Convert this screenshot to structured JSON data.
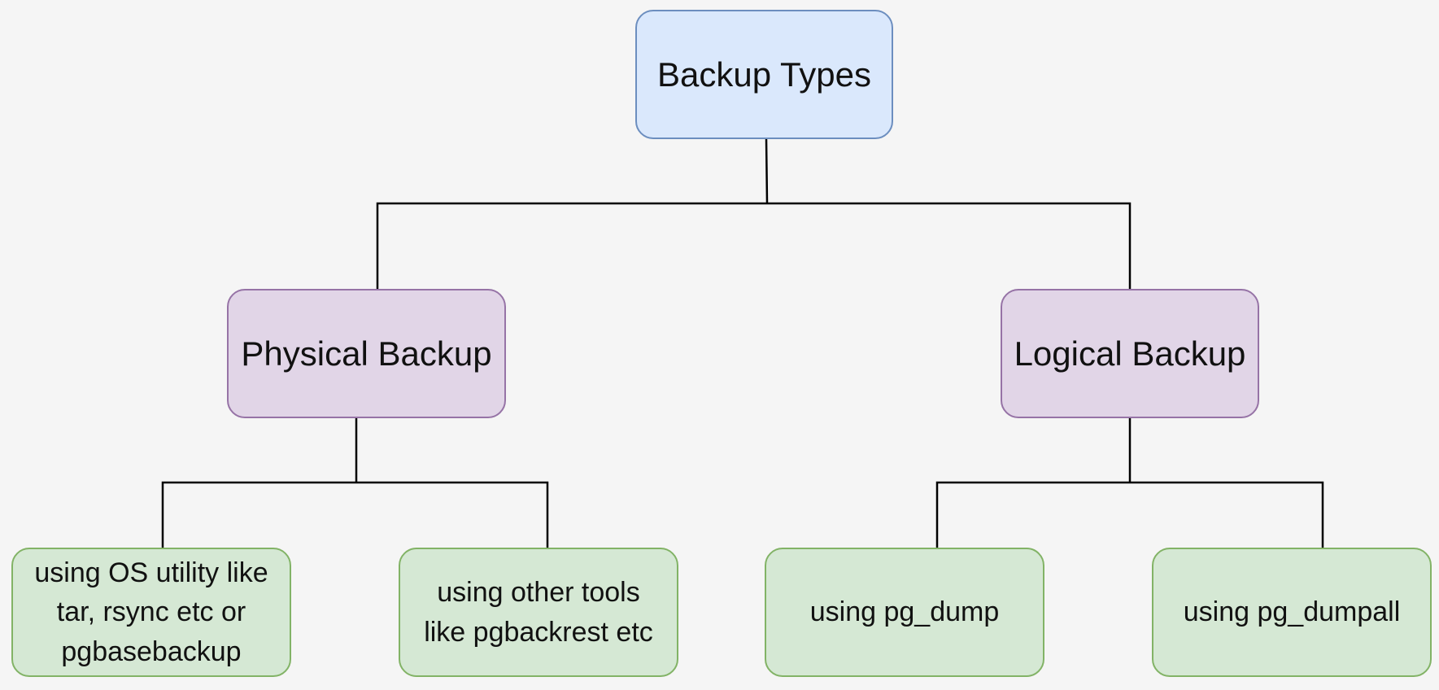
{
  "diagram": {
    "root": {
      "label": "Backup Types"
    },
    "physical": {
      "label": "Physical Backup"
    },
    "logical": {
      "label": "Logical Backup"
    },
    "leaves": {
      "os_utility": {
        "lines": [
          "using OS utility like",
          "tar, rsync etc or",
          "pgbasebackup"
        ]
      },
      "other_tools": {
        "lines": [
          "using other tools",
          "like pgbackrest etc"
        ]
      },
      "pg_dump": {
        "lines": [
          "using pg_dump"
        ]
      },
      "pg_dumpall": {
        "lines": [
          "using pg_dumpall"
        ]
      }
    },
    "colors": {
      "background": "#f5f5f5",
      "root_fill": "#dae8fc",
      "root_stroke": "#6c8ebf",
      "mid_fill": "#e1d5e7",
      "mid_stroke": "#9673a6",
      "leaf_fill": "#d5e8d4",
      "leaf_stroke": "#82b366",
      "connector": "#000000"
    }
  }
}
